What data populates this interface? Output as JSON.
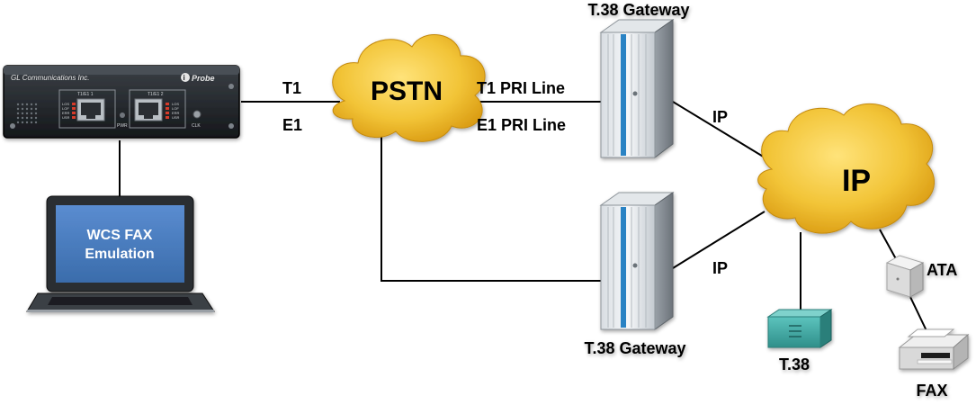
{
  "probe": {
    "brand": "GL Communications Inc.",
    "product": "Probe",
    "port1_label": "T1/E1 1",
    "port2_label": "T1/E1 2",
    "status_leds": [
      "LOS",
      "LOF",
      "ERR",
      "USR"
    ],
    "pwr_label": "PWR",
    "clk_label": "CLK"
  },
  "laptop": {
    "screen_text_line1": "WCS FAX",
    "screen_text_line2": "Emulation"
  },
  "clouds": {
    "pstn_label": "PSTN",
    "ip_label": "IP"
  },
  "links": {
    "t1": "T1",
    "e1": "E1",
    "t1_pri": "T1 PRI Line",
    "e1_pri": "E1 PRI Line",
    "ip_top": "IP",
    "ip_bottom": "IP"
  },
  "gateways": {
    "top_label": "T.38 Gateway",
    "bottom_label": "T.38 Gateway"
  },
  "devices": {
    "t38_label": "T.38",
    "ata_label": "ATA",
    "fax_label": "FAX"
  },
  "colors": {
    "cloud_fill": "#f2c437",
    "laptop_screen": "#4a7dbf",
    "t38_device": "#3fa9a3",
    "gateway_stripe": "#2a83c4"
  }
}
